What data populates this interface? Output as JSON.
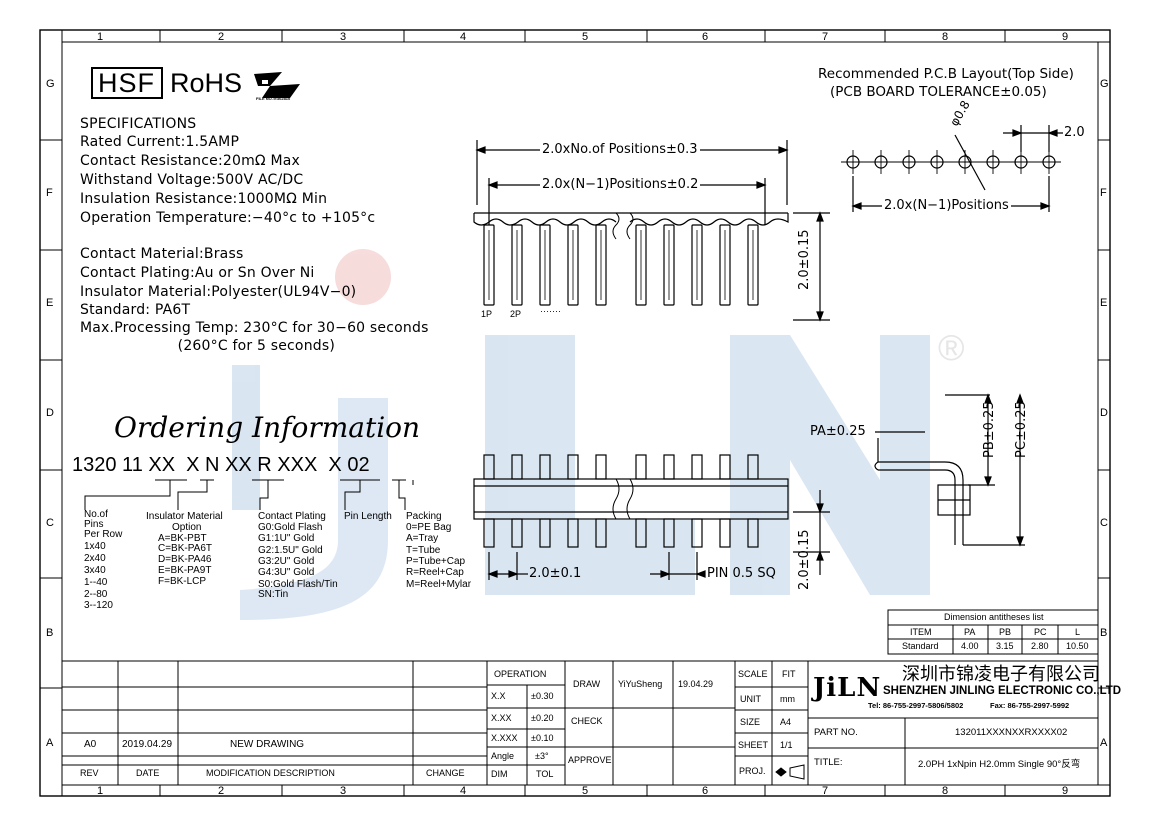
{
  "grid": {
    "cols_top": [
      "1",
      "2",
      "3",
      "4",
      "5",
      "6",
      "7",
      "8",
      "9"
    ],
    "cols_bottom": [
      "1",
      "2",
      "3",
      "4",
      "5",
      "6",
      "7",
      "8",
      "9"
    ],
    "rows_left": [
      "G",
      "F",
      "E",
      "D",
      "C",
      "B",
      "A"
    ],
    "rows_right": [
      "G",
      "F",
      "E",
      "D",
      "C",
      "B",
      "A"
    ]
  },
  "logos": {
    "hsf": "HSF",
    "rohs": "RoHS",
    "file_no": "FILE NO.:E362810",
    "reg": "®"
  },
  "specs": {
    "heading": "SPECIFICATIONS",
    "lines": [
      "Rated Current:1.5AMP",
      "Contact Resistance:20mΩ Max",
      "Withstand Voltage:500V AC/DC",
      "Insulation Resistance:1000MΩ Min",
      "Operation Temperature:−40°c to +105°c",
      "",
      "Contact Material:Brass",
      "Contact Plating:Au or Sn Over Ni",
      "Insulator Material:Polyester(UL94V−0)",
      "Standard:   PA6T",
      "Max.Processing Temp: 230°C for 30−60 seconds",
      "                     (260°C for 5 seconds)"
    ]
  },
  "ordering": {
    "title": "Ordering Information",
    "code": "1320 11 XX  X N XX R XXX  X 02",
    "groups": [
      {
        "head": "No.of",
        "lines": [
          "Pins",
          "Per Row",
          "1x40",
          "2x40",
          "3x40",
          "1--40",
          "2--80",
          "3--120"
        ]
      },
      {
        "head": "Insulator Material",
        "lines": [
          "Option",
          "A=BK-PBT",
          "C=BK-PA6T",
          "D=BK-PA46",
          "E=BK-PA9T",
          "F=BK-LCP"
        ]
      },
      {
        "head": "Contact Plating",
        "lines": [
          "G0:Gold Flash",
          "G1:1U\" Gold",
          "G2:1.5U\" Gold",
          "G3:2U\" Gold",
          "G4:3U\" Gold",
          "S0:Gold Flash/Tin",
          "SN:Tin"
        ]
      },
      {
        "head": "Pin Length",
        "lines": []
      },
      {
        "head": "Packing",
        "lines": [
          "0=PE Bag",
          "A=Tray",
          "T=Tube",
          "P=Tube+Cap",
          "R=Reel+Cap",
          "M=Reel+Mylar"
        ]
      }
    ]
  },
  "dims": {
    "total": "2.0xNo.of Positions±0.3",
    "pitch_n": "2.0x(N−1)Positions±0.2",
    "height_top": "2.0±0.15",
    "pin1": "1P",
    "pin2": "2P",
    "dots": "·······",
    "pitch": "2.0±0.1",
    "pin_sq": "PIN 0.5 SQ",
    "height_bot": "2.0±0.15",
    "pa": "PA±0.25",
    "pb": "PB±0.25",
    "pc": "PC±0.25"
  },
  "pcb": {
    "title1": "Recommended P.C.B Layout(Top Side)",
    "title2": "(PCB BOARD TOLERANCE±0.05)",
    "hole": "φ0.8",
    "pitch": "2.0",
    "span": "2.0x(N−1)Positions"
  },
  "dim_table": {
    "title": "Dimension antitheses list",
    "headers": [
      "ITEM",
      "PA",
      "PB",
      "PC",
      "L"
    ],
    "row": [
      "Standard",
      "4.00",
      "3.15",
      "2.80",
      "10.50"
    ]
  },
  "title_block": {
    "rev_row": {
      "rev": "A0",
      "date": "2019.04.29",
      "desc": "NEW DRAWING"
    },
    "rev_headers": {
      "rev": "REV",
      "date": "DATE",
      "mod": "MODIFICATION DESCRIPTION",
      "change": "CHANGE"
    },
    "tol": {
      "head": "OPERATION",
      "rows": [
        [
          "X.X",
          "±0.30"
        ],
        [
          "X.XX",
          "±0.20"
        ],
        [
          "X.XXX",
          "±0.10"
        ],
        [
          "Angle",
          "±3°"
        ]
      ],
      "dim": "DIM",
      "tol": "TOL"
    },
    "draw": "DRAW",
    "drawer": "YiYuSheng",
    "draw_date": "19.04.29",
    "check": "CHECK",
    "approve": "APPROVE",
    "scale": "SCALE",
    "scale_val": "FIT",
    "unit": "UNIT",
    "unit_val": "mm",
    "size": "SIZE",
    "size_val": "A4",
    "sheet": "SHEET",
    "sheet_val": "1/1",
    "proj": "PROJ.",
    "company_logo": "JiLN",
    "company_cn": "深圳市锦凌电子有限公司",
    "company_en": "SHENZHEN JINLING ELECTRONIC CO.,LTD",
    "tel": "Tel: 86-755-2997-5806/5802",
    "fax": "Fax: 86-755-2997-5992",
    "part_no_label": "PART NO.",
    "part_no": "132011XXXNXXRXXXX02",
    "title_label": "TITLE:",
    "title": "2.0PH 1xNpin H2.0mm Single 90°反弯"
  }
}
